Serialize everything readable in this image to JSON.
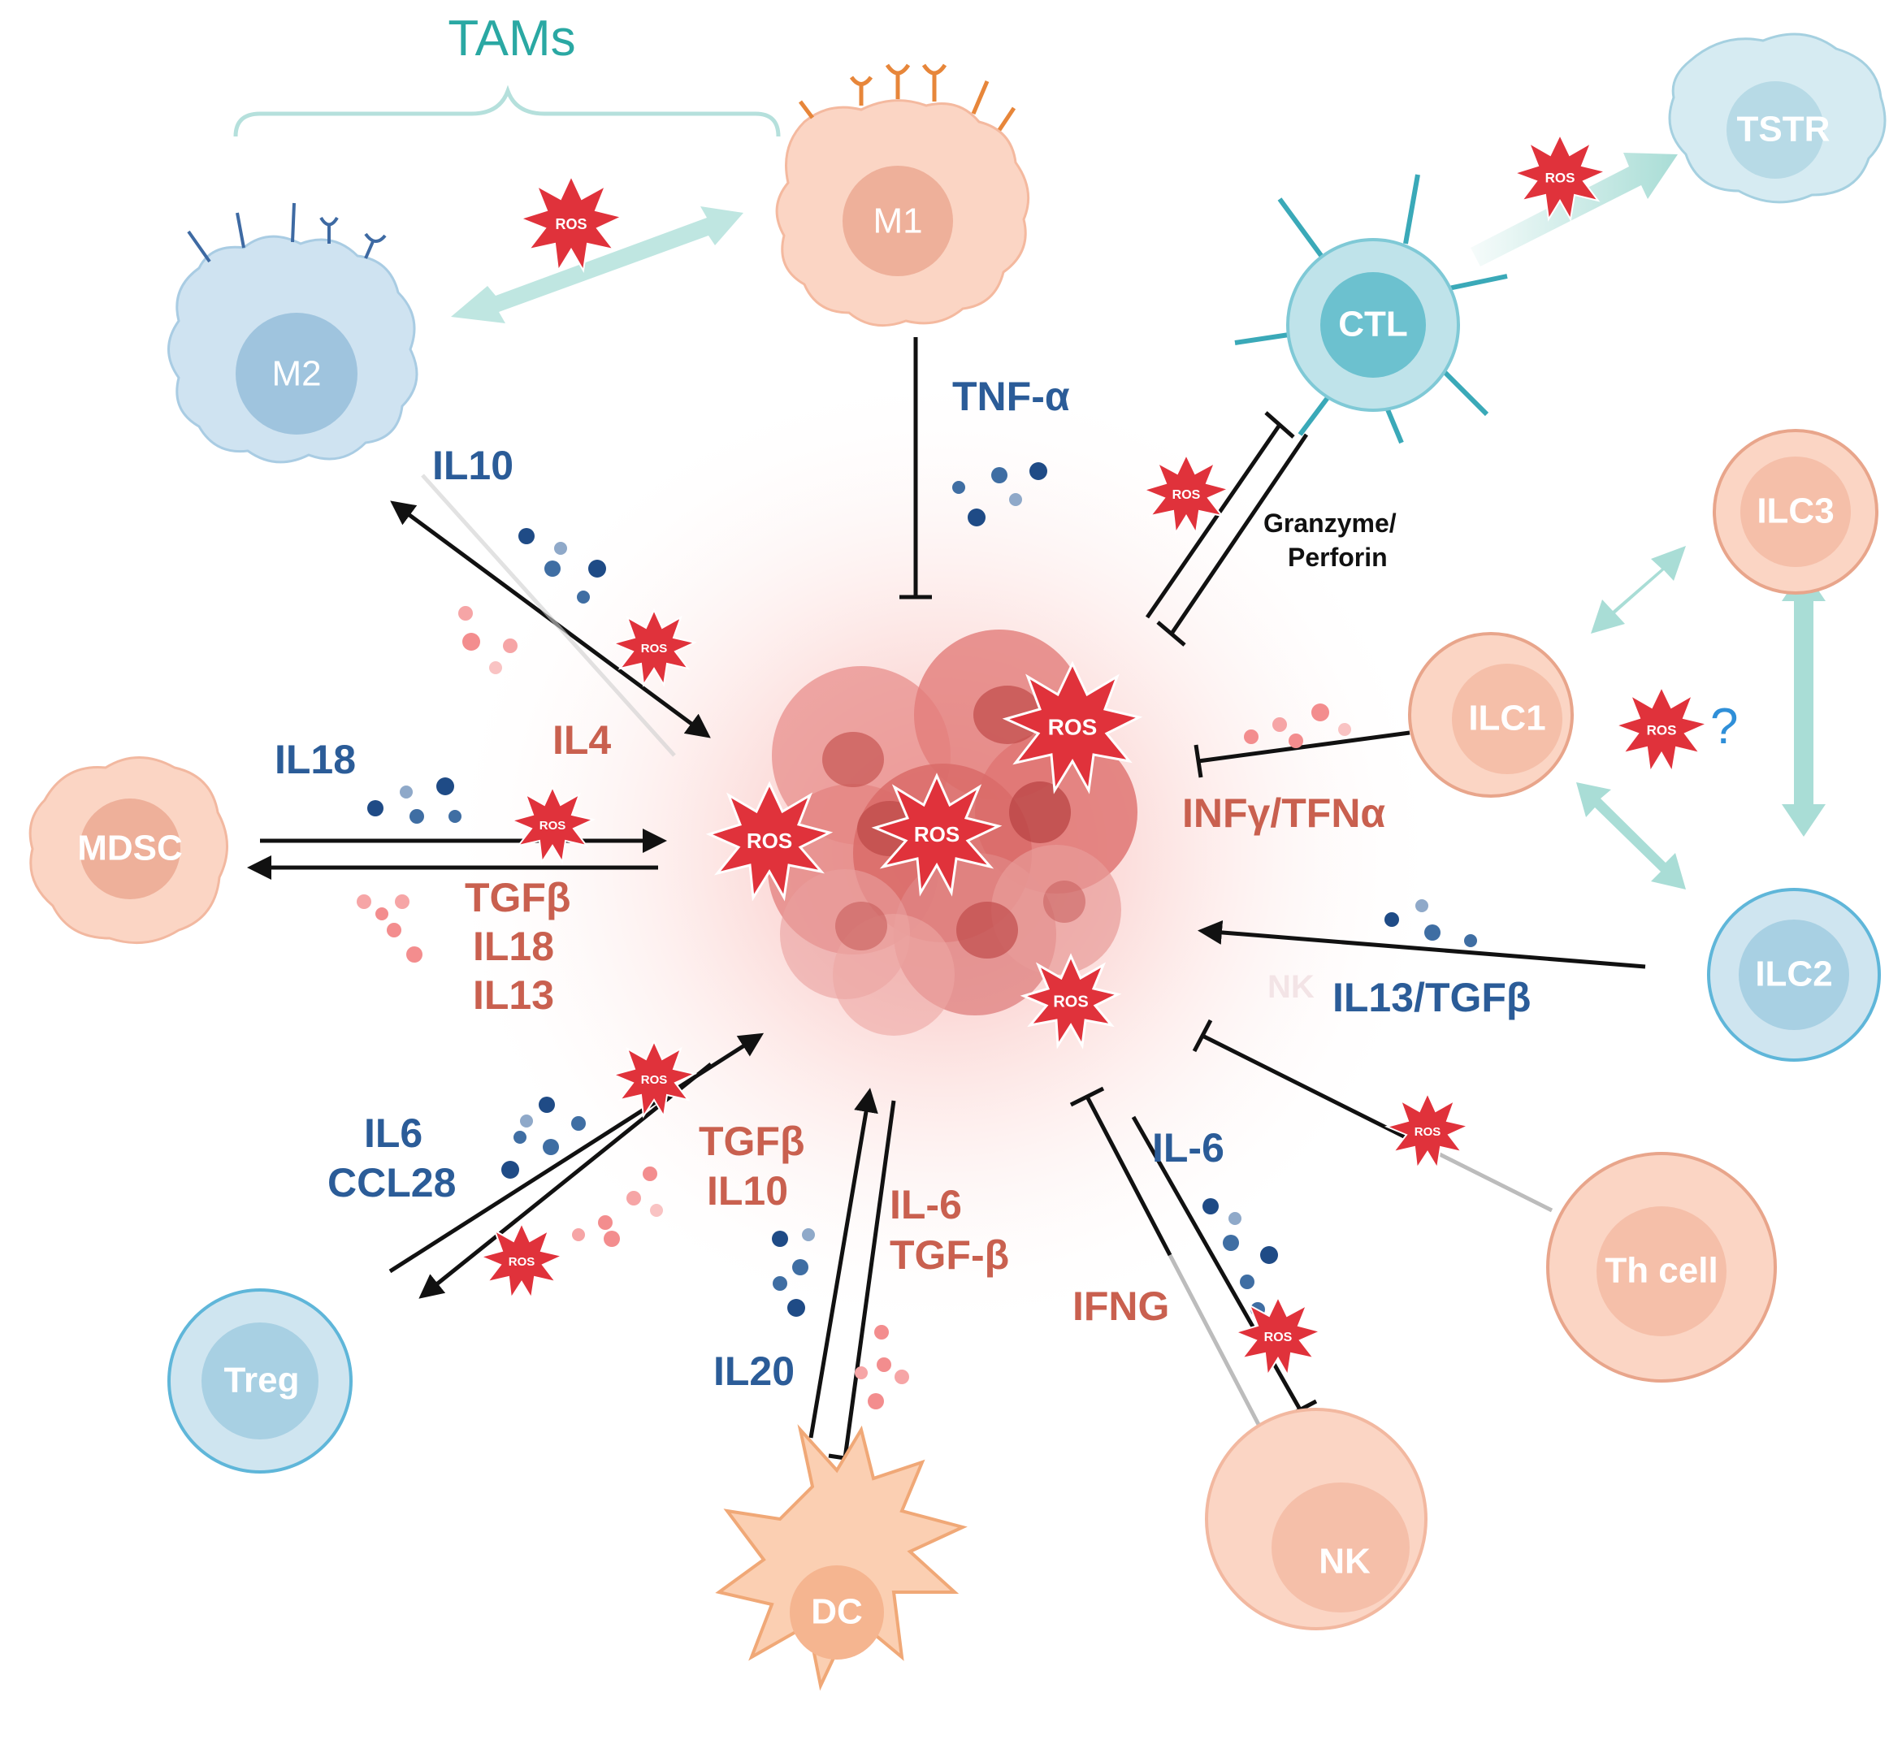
{
  "title": "TAMs",
  "colors": {
    "blue_text": "#2b5c98",
    "red_text": "#c9604f",
    "teal_arrow": "#a9ddd6",
    "ros": "#e0323b",
    "tams_teal": "#2aa8a3",
    "question": "#2f8fd8"
  },
  "cells": {
    "m2": "M2",
    "m1": "M1",
    "ctl": "CTL",
    "tstr": "TSTR",
    "ilc3": "ILC3",
    "ilc1": "ILC1",
    "ilc2": "ILC2",
    "mdsc": "MDSC",
    "treg": "Treg",
    "dc": "DC",
    "nk": "NK",
    "th": "Th cell"
  },
  "ros_label": "ROS",
  "question_mark": "?",
  "nk_faint": "NK",
  "cytokines": {
    "tnf": "TNF-α",
    "il10_m2": "IL10",
    "il4": "IL4",
    "il18_mdsc": "IL18",
    "mdsc_red": [
      "TGFβ",
      "IL18",
      "IL13"
    ],
    "granzyme": [
      "Granzyme/",
      "Perforin"
    ],
    "inf": "INFγ/TFNα",
    "il13_tgf": "IL13/TGFβ",
    "treg_blue": [
      "IL6",
      "CCL28"
    ],
    "treg_red": [
      "TGFβ",
      "IL10"
    ],
    "dc_red": [
      "IL-6",
      "TGF-β"
    ],
    "il20": "IL20",
    "il6_nk": "IL-6",
    "ifng": "IFNG"
  }
}
